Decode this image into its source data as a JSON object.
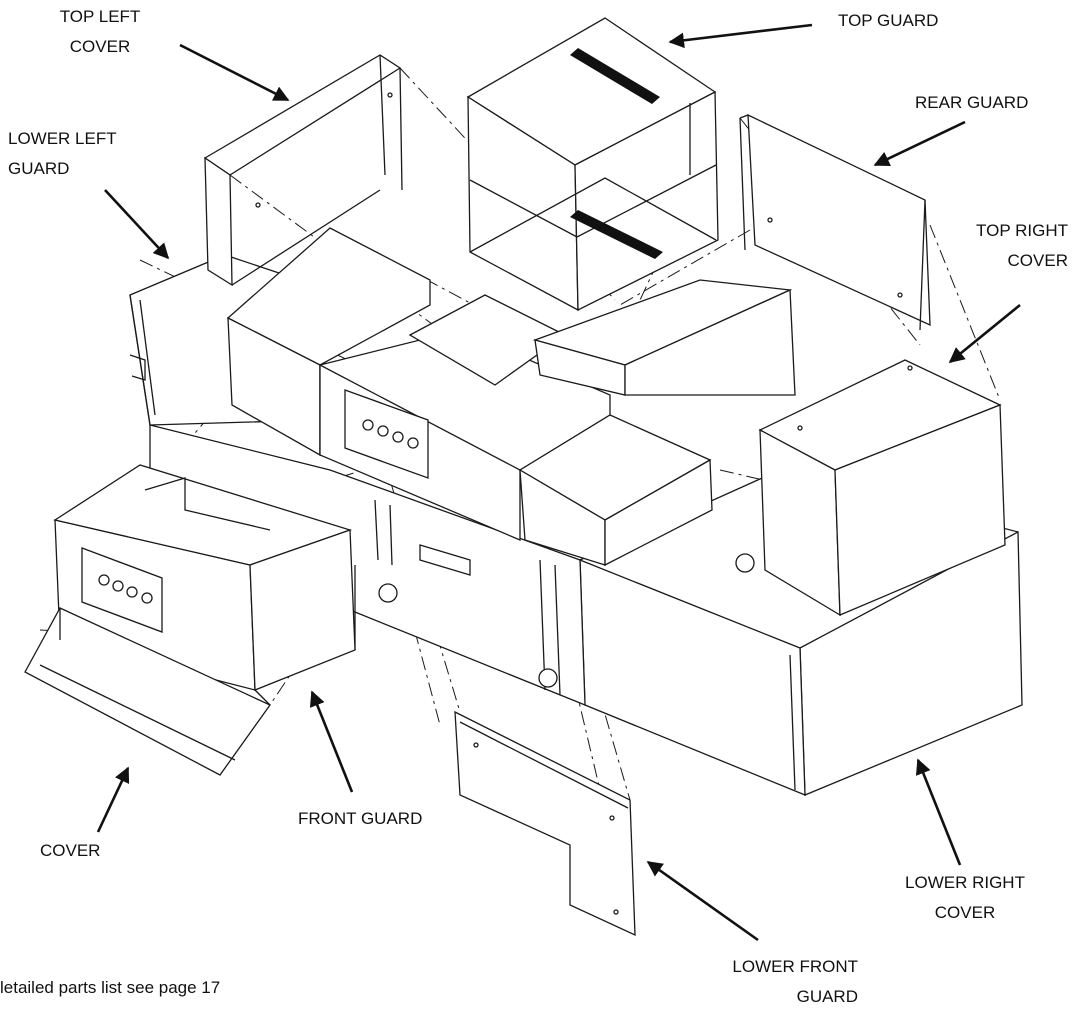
{
  "labels": {
    "top_left_cover": [
      "TOP LEFT",
      "COVER"
    ],
    "top_guard": "TOP GUARD",
    "rear_guard": "REAR GUARD",
    "lower_left_guard": [
      "LOWER LEFT",
      "GUARD"
    ],
    "top_right_cover": [
      "TOP RIGHT",
      "COVER"
    ],
    "cover": "COVER",
    "front_guard": "FRONT GUARD",
    "lower_right_cover": [
      "LOWER RIGHT",
      "COVER"
    ],
    "lower_front_guard": [
      "LOWER FRONT",
      "GUARD"
    ]
  },
  "footnote": "letailed parts list see page 17",
  "colors": {
    "line": "#1a1a1a",
    "background": "#ffffff"
  }
}
